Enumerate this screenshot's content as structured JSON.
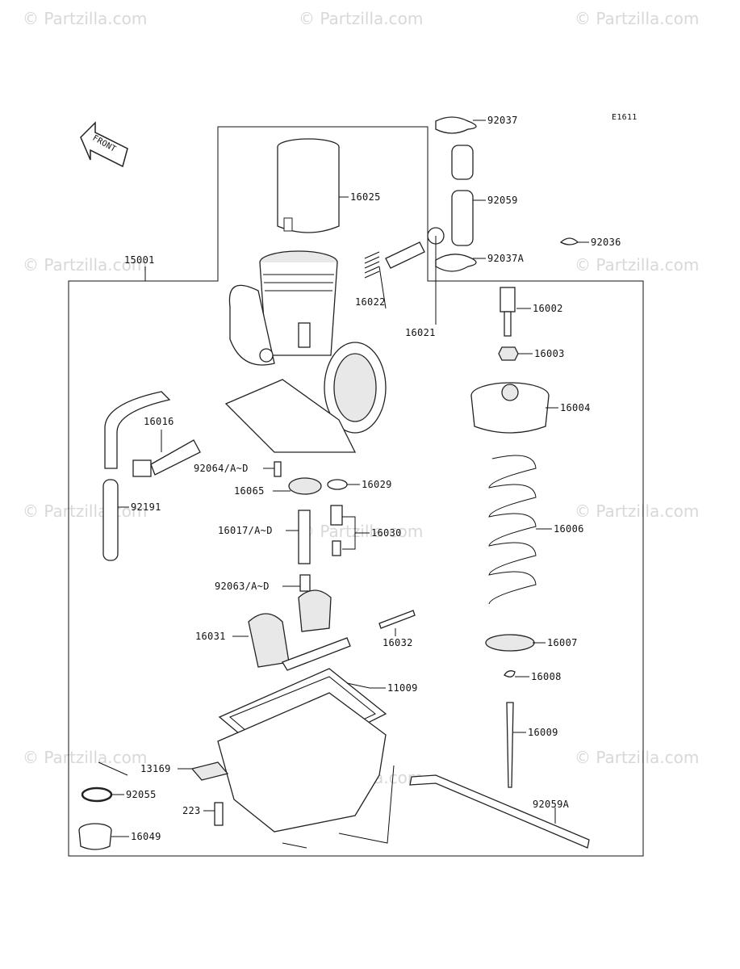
{
  "diagram_code": "E1611",
  "front_badge": "FRONT",
  "watermark": "© Partzilla.com",
  "parts": {
    "p15001": "15001",
    "p16025": "16025",
    "p92037": "92037",
    "p92059": "92059",
    "p92036": "92036",
    "p92037A": "92037A",
    "p16022": "16022",
    "p16021": "16021",
    "p16002": "16002",
    "p16003": "16003",
    "p16004": "16004",
    "p16016": "16016",
    "p92064": "92064/A~D",
    "p16065": "16065",
    "p16029": "16029",
    "p92191": "92191",
    "p16017": "16017/A~D",
    "p16030": "16030",
    "p16006": "16006",
    "p92063": "92063/A~D",
    "p16031": "16031",
    "p16032": "16032",
    "p16007": "16007",
    "p16008": "16008",
    "p11009": "11009",
    "p16009": "16009",
    "p13169": "13169",
    "p92055": "92055",
    "p223": "223",
    "p92059A": "92059A",
    "p16049": "16049"
  }
}
